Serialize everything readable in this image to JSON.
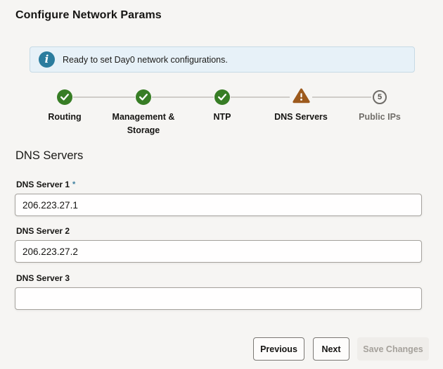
{
  "page": {
    "title": "Configure Network Params",
    "background": "#f6f5f3"
  },
  "banner": {
    "icon": "info-icon",
    "icon_glyph": "i",
    "icon_color": "#2b7c9e",
    "background": "#e7f1f8",
    "border_color": "#c6dae5",
    "text": "Ready to set Day0 network configurations."
  },
  "stepper": {
    "colors": {
      "complete": "#377d25",
      "warning": "#9d5a1d",
      "upcoming": "#6f6c68",
      "track": "#cfccc8"
    },
    "steps": [
      {
        "label": "Routing",
        "state": "complete"
      },
      {
        "label": "Management & Storage",
        "state": "complete"
      },
      {
        "label": "NTP",
        "state": "complete"
      },
      {
        "label": "DNS Servers",
        "state": "warning"
      },
      {
        "label": "Public IPs",
        "state": "upcoming",
        "number": "5"
      }
    ]
  },
  "section": {
    "heading": "DNS Servers"
  },
  "form": {
    "required_marker": "*",
    "fields": [
      {
        "label": "DNS Server 1",
        "required": true,
        "value": "206.223.27.1"
      },
      {
        "label": "DNS Server 2",
        "required": false,
        "value": "206.223.27.2"
      },
      {
        "label": "DNS Server 3",
        "required": false,
        "value": ""
      }
    ]
  },
  "footer": {
    "previous_label": "Previous",
    "next_label": "Next",
    "save_label": "Save Changes",
    "save_disabled": true
  }
}
